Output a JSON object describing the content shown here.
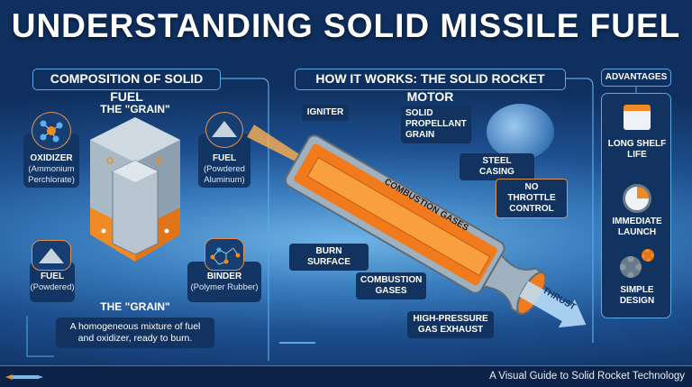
{
  "title": "UNDERSTANDING SOLID MISSILE FUEL",
  "composition": {
    "header": "COMPOSITION OF SOLID FUEL",
    "grain_top": "THE \"GRAIN\"",
    "grain_bottom": "THE \"GRAIN\"",
    "items": [
      {
        "name": "OXIDIZER",
        "detail": "(Ammonium Perchlorate)"
      },
      {
        "name": "FUEL",
        "detail": "(Powdered Aluminum)"
      },
      {
        "name": "FUEL",
        "detail": "(Powdered)"
      },
      {
        "name": "BINDER",
        "detail": "(Polymer Rubber)"
      }
    ],
    "description": "A homogeneous mixture of fuel and oxidizer, ready to burn."
  },
  "motor": {
    "header": "HOW IT WORKS: THE SOLID ROCKET MOTOR",
    "labels": {
      "igniter": "IGNITER",
      "grain": "SOLID PROPELLANT GRAIN",
      "casing": "STEEL CASING",
      "throttle": "NO THROTTLE CONTROL",
      "burn": "BURN SURFACE",
      "gases": "COMBUSTION GASES",
      "exhaust": "HIGH-PRESSURE GAS EXHAUST",
      "inner": "COMBUSTION GASES",
      "thrust": "THRUST"
    }
  },
  "advantages": {
    "header": "ADVANTAGES",
    "items": [
      {
        "label": "LONG SHELF LIFE",
        "icon": "calendar-icon"
      },
      {
        "label": "IMMEDIATE LAUNCH",
        "icon": "stopwatch-icon"
      },
      {
        "label": "SIMPLE DESIGN",
        "icon": "gears-icon"
      }
    ]
  },
  "footer": "A Visual Guide to Solid Rocket Technology",
  "colors": {
    "accent": "#f08a24",
    "panel": "#12325f",
    "border": "#5aa8e6"
  }
}
